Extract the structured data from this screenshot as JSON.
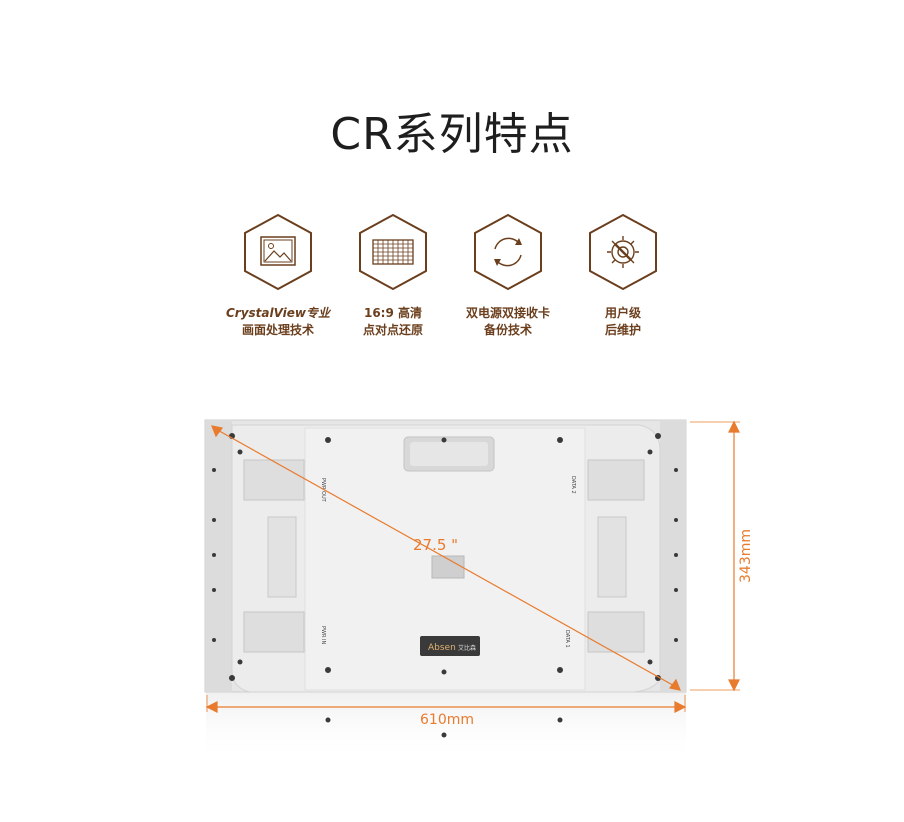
{
  "header": {
    "title": "CR系列特点"
  },
  "features": [
    {
      "line1": "CrystalView专业",
      "line2": "画面处理技术",
      "icon": "image-icon"
    },
    {
      "line1": "16:9 高清",
      "line2": "点对点还原",
      "icon": "grid-icon"
    },
    {
      "line1": "双电源双接收卡",
      "line2": "备份技术",
      "icon": "refresh-icon"
    },
    {
      "line1": "用户级",
      "line2": "后维护",
      "icon": "gear-wrench-icon"
    }
  ],
  "product": {
    "diagonal": "27.5 \"",
    "width": "610mm",
    "height": "343mm",
    "brand": "Absen",
    "brand_cn": "艾比森",
    "port_labels": [
      "PWR OUT",
      "DATA 2",
      "PWR IN",
      "DATA 1"
    ]
  },
  "colors": {
    "accent": "#e87b2e",
    "brown": "#6b3f1d"
  }
}
